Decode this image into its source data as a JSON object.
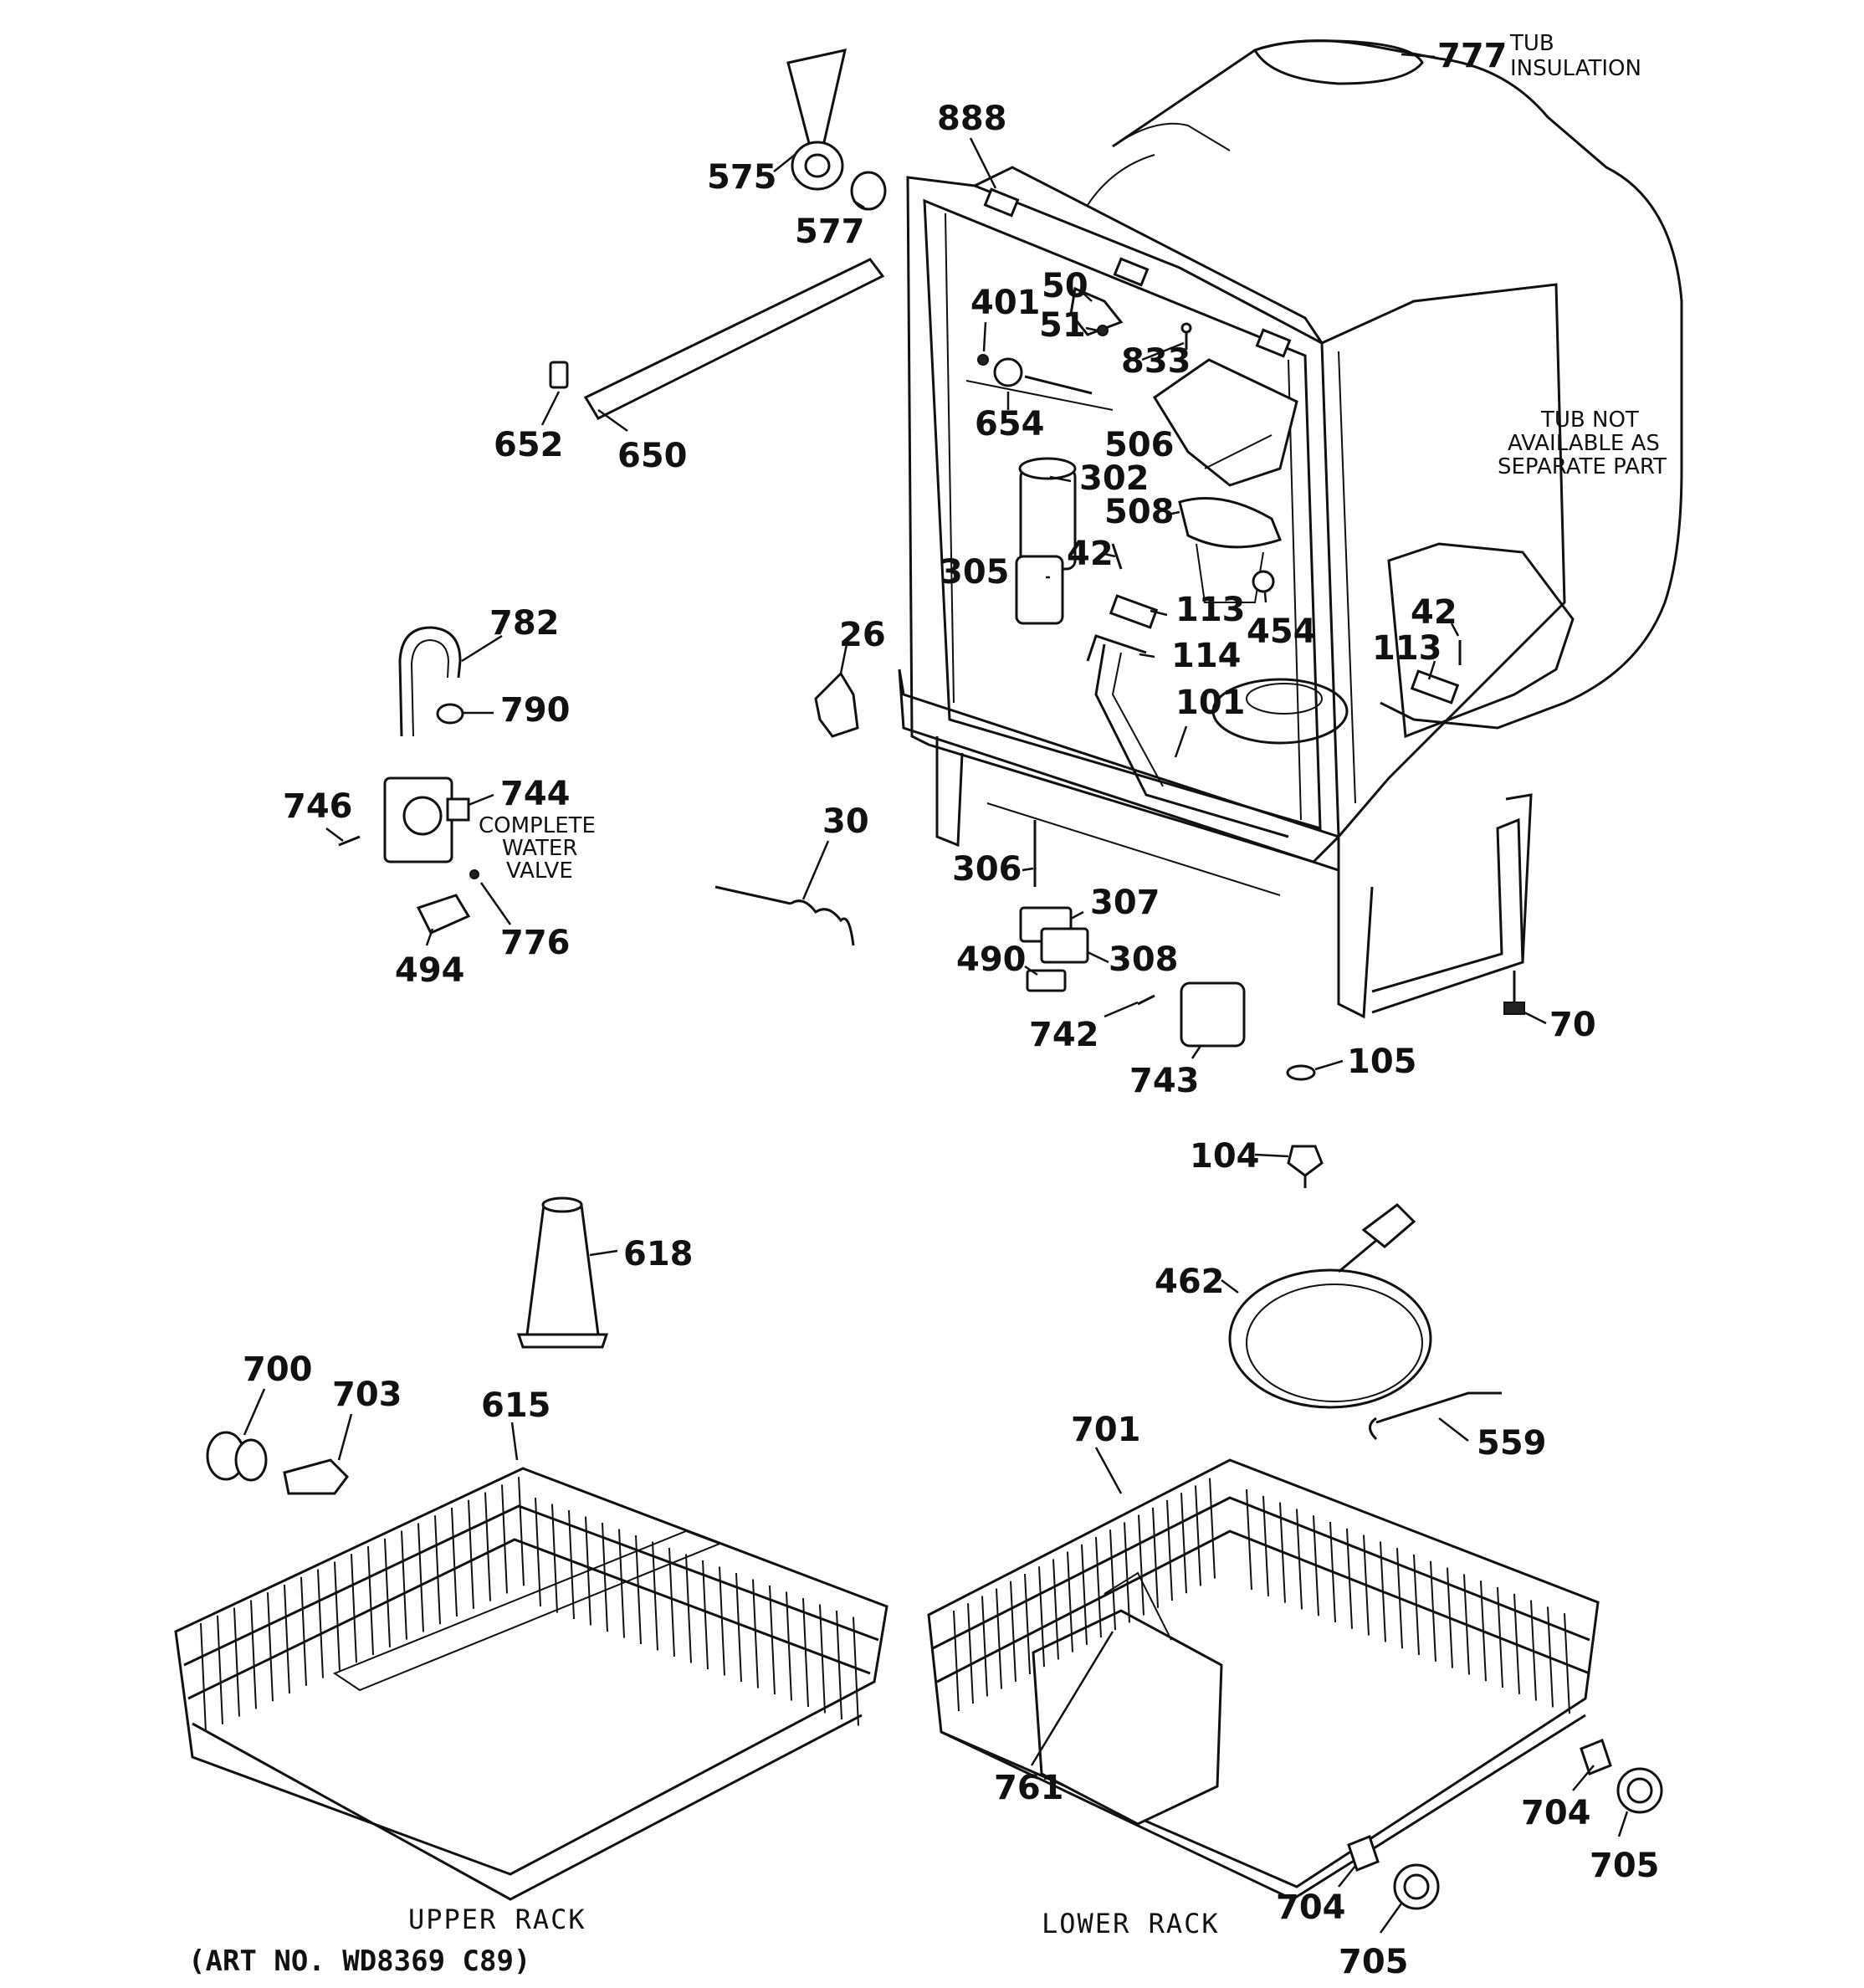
{
  "parts": [
    {
      "id": "p777",
      "label": "777"
    },
    {
      "id": "p888",
      "label": "888"
    },
    {
      "id": "p575",
      "label": "575"
    },
    {
      "id": "p577",
      "label": "577"
    },
    {
      "id": "p50",
      "label": "50"
    },
    {
      "id": "p401",
      "label": "401"
    },
    {
      "id": "p51",
      "label": "51"
    },
    {
      "id": "p833",
      "label": "833"
    },
    {
      "id": "p652",
      "label": "652"
    },
    {
      "id": "p650",
      "label": "650"
    },
    {
      "id": "p654",
      "label": "654"
    },
    {
      "id": "p506",
      "label": "506"
    },
    {
      "id": "p302",
      "label": "302"
    },
    {
      "id": "p508",
      "label": "508"
    },
    {
      "id": "p42a",
      "label": "42"
    },
    {
      "id": "p305",
      "label": "305"
    },
    {
      "id": "p113a",
      "label": "113"
    },
    {
      "id": "p454",
      "label": "454"
    },
    {
      "id": "p42b",
      "label": "42"
    },
    {
      "id": "p113b",
      "label": "113"
    },
    {
      "id": "p782",
      "label": "782"
    },
    {
      "id": "p26",
      "label": "26"
    },
    {
      "id": "p114",
      "label": "114"
    },
    {
      "id": "p101",
      "label": "101"
    },
    {
      "id": "p790",
      "label": "790"
    },
    {
      "id": "p746",
      "label": "746"
    },
    {
      "id": "p744",
      "label": "744"
    },
    {
      "id": "p30",
      "label": "30"
    },
    {
      "id": "p306",
      "label": "306"
    },
    {
      "id": "p307",
      "label": "307"
    },
    {
      "id": "p494",
      "label": "494"
    },
    {
      "id": "p776",
      "label": "776"
    },
    {
      "id": "p490",
      "label": "490"
    },
    {
      "id": "p308",
      "label": "308"
    },
    {
      "id": "p70",
      "label": "70"
    },
    {
      "id": "p742",
      "label": "742"
    },
    {
      "id": "p105",
      "label": "105"
    },
    {
      "id": "p743",
      "label": "743"
    },
    {
      "id": "p104",
      "label": "104"
    },
    {
      "id": "p618",
      "label": "618"
    },
    {
      "id": "p462",
      "label": "462"
    },
    {
      "id": "p700",
      "label": "700"
    },
    {
      "id": "p703",
      "label": "703"
    },
    {
      "id": "p615",
      "label": "615"
    },
    {
      "id": "p701",
      "label": "701"
    },
    {
      "id": "p559",
      "label": "559"
    },
    {
      "id": "p761",
      "label": "761"
    },
    {
      "id": "p704a",
      "label": "704"
    },
    {
      "id": "p705a",
      "label": "705"
    },
    {
      "id": "p704b",
      "label": "704"
    },
    {
      "id": "p705b",
      "label": "705"
    }
  ],
  "notes": {
    "tub_insulation": [
      "TUB",
      "INSULATION"
    ],
    "tub_not_available": [
      "TUB NOT",
      "AVAILABLE AS",
      "SEPARATE PART"
    ],
    "complete_water_valve": [
      "COMPLETE",
      "WATER",
      "VALVE"
    ]
  },
  "racks": {
    "upper": "UPPER RACK",
    "lower": "LOWER RACK"
  },
  "art_number": "(ART NO. WD8369 C89)"
}
